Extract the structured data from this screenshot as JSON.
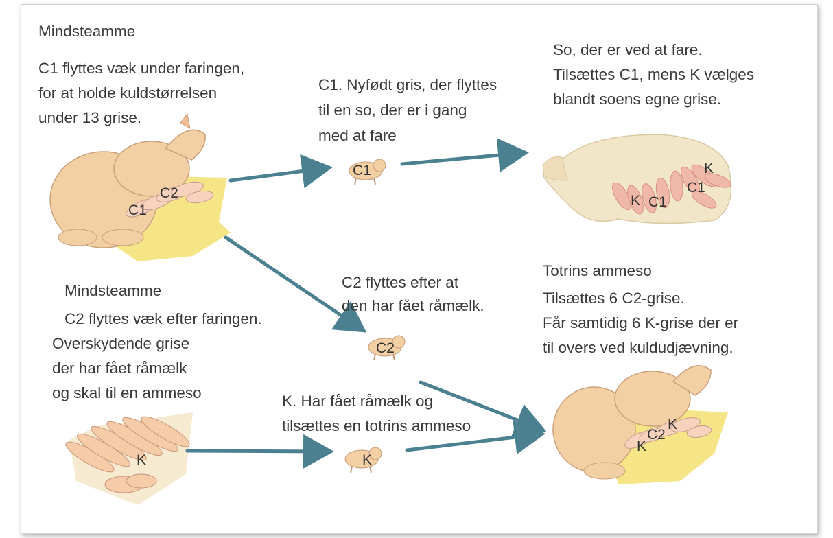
{
  "top_left": {
    "title": "Mindsteamme",
    "lines": [
      "C1 flyttes væk under faringen,",
      "for at holde kuldstørrelsen",
      "under 13 grise."
    ]
  },
  "c1_note": {
    "lines": [
      "C1. Nyfødt gris, der flyttes",
      " til en so, der er i gang",
      "med at fare"
    ]
  },
  "sow_farrowing": {
    "lines": [
      "So, der er ved at fare.",
      "Tilsættes C1, mens K vælges",
      "blandt soens egne grise."
    ]
  },
  "bottom_left": {
    "title": "Mindsteamme",
    "line1": "C2 flyttes væk efter faringen.",
    "lines": [
      "Overskydende grise",
      "der har fået råmælk",
      "og skal til en ammeso"
    ]
  },
  "c2_note": {
    "lines": [
      "C2 flyttes efter at",
      " den har fået råmælk."
    ]
  },
  "two_step_sow": {
    "lines": [
      "Totrins ammeso",
      "Tilsættes 6 C2-grise.",
      "Får samtidig 6 K-grise der er",
      "til overs ved kuldudjævning."
    ]
  },
  "k_note": {
    "lines": [
      "K. Har fået råmælk og",
      "tilsættes en totrins ammeso"
    ]
  },
  "labels": {
    "c1": "C1",
    "c2": "C2",
    "k": "K"
  },
  "colors": {
    "arrow": "#4a8090",
    "pig_skin": "#f3cfa4",
    "straw": "#f4e27a"
  }
}
